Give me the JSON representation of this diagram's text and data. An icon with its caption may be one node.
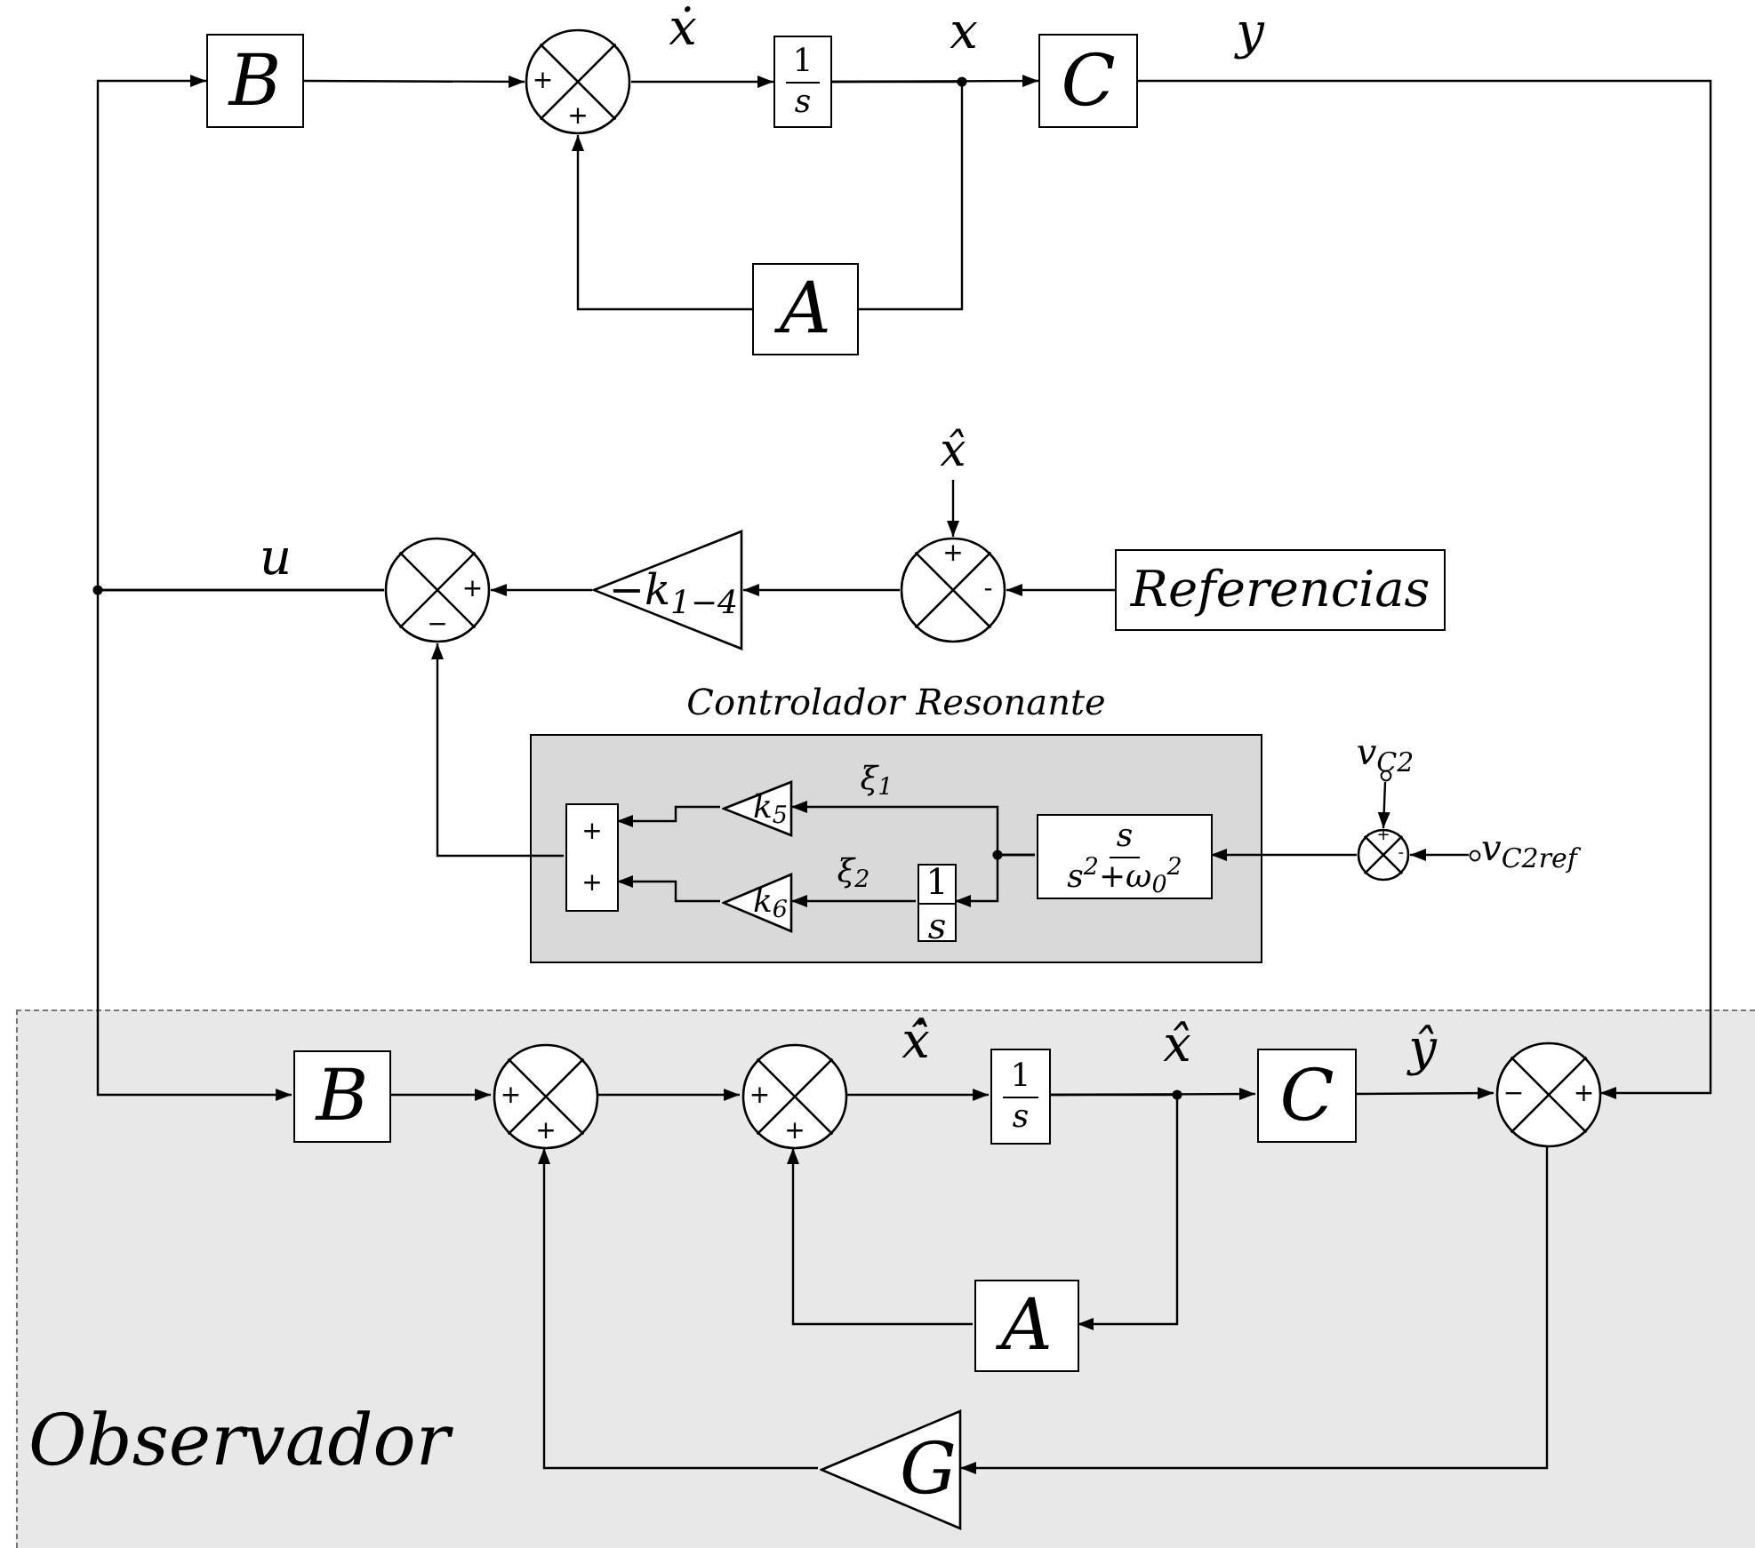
{
  "diagram": {
    "nodes": [
      {
        "text": [
          "B"
        ]
      },
      {
        "text": [
          "+",
          "+"
        ]
      },
      {
        "text": [
          "1",
          "s"
        ]
      },
      {
        "text": [
          "C"
        ]
      },
      {
        "text": [
          "A"
        ]
      },
      {
        "text": [
          "x̂"
        ]
      },
      {
        "text": [
          "+",
          "−"
        ]
      },
      {
        "text": [
          "−k$_{1−4}$"
        ]
      },
      {
        "text": [
          "+",
          "-"
        ]
      },
      {
        "text": [
          "Referencias"
        ]
      },
      {
        "text": [
          "Controlador Resonante"
        ]
      },
      {
        "text": [
          "+",
          "+"
        ],
        "in": 10
      },
      {
        "text": [
          "k$_{5}$"
        ],
        "in": 10
      },
      {
        "text": [
          "k$_{6}$"
        ],
        "in": 10
      },
      {
        "text": [
          "1",
          "s"
        ],
        "in": 10
      },
      {
        "text": [
          "s",
          "s$^{2}$+ω$_{0}$$^{2}$"
        ],
        "in": 10
      },
      {
        "text": [
          "+",
          "-"
        ]
      },
      {
        "text": [
          "v$_{C2}$"
        ]
      },
      {
        "text": [
          "v$_{C2ref}$"
        ]
      },
      {
        "text": [
          "Observador"
        ]
      },
      {
        "text": [
          "B"
        ],
        "in": 19
      },
      {
        "text": [
          "+",
          "+"
        ],
        "in": 19
      },
      {
        "text": [
          "+",
          "+"
        ],
        "in": 19
      },
      {
        "text": [
          "1",
          "s"
        ],
        "in": 19
      },
      {
        "text": [
          "C"
        ],
        "in": 19
      },
      {
        "text": [
          "−",
          "+"
        ],
        "in": 19
      },
      {
        "text": [
          "A"
        ],
        "in": 19
      },
      {
        "text": [
          "G"
        ],
        "in": 19
      }
    ],
    "edges": [
      {
        "from": 0,
        "to": 1,
        "arrow": "to"
      },
      {
        "from": 1,
        "to": 2,
        "arrow": "to",
        "label": "ẋ"
      },
      {
        "from": 2,
        "to": 3,
        "arrow": "to",
        "label": "x"
      },
      {
        "from": 2,
        "to": 4,
        "arrow": "none"
      },
      {
        "from": 4,
        "to": 1,
        "arrow": "to"
      },
      {
        "from": 3,
        "to": 25,
        "arrow": "to",
        "label": "y"
      },
      {
        "from": 6,
        "to": 0,
        "arrow": "to",
        "label": "u"
      },
      {
        "from": 6,
        "to": 20,
        "arrow": "to"
      },
      {
        "from": 7,
        "to": 6,
        "arrow": "to"
      },
      {
        "from": 8,
        "to": 7,
        "arrow": "to"
      },
      {
        "from": 5,
        "to": 8,
        "arrow": "to"
      },
      {
        "from": 9,
        "to": 8,
        "arrow": "to"
      },
      {
        "from": 11,
        "to": 6,
        "arrow": "to"
      },
      {
        "from": 12,
        "to": 11,
        "arrow": "to"
      },
      {
        "from": 13,
        "to": 11,
        "arrow": "to"
      },
      {
        "from": 15,
        "to": 12,
        "arrow": "to",
        "label": "ξ$_{1}$"
      },
      {
        "from": 15,
        "to": 14,
        "arrow": "to"
      },
      {
        "from": 14,
        "to": 13,
        "arrow": "to",
        "label": "ξ$_{2}$"
      },
      {
        "from": 16,
        "to": 15,
        "arrow": "to"
      },
      {
        "from": 17,
        "to": 16,
        "arrow": "to"
      },
      {
        "from": 18,
        "to": 16,
        "arrow": "to"
      },
      {
        "from": 20,
        "to": 21,
        "arrow": "to"
      },
      {
        "from": 21,
        "to": 22,
        "arrow": "to"
      },
      {
        "from": 22,
        "to": 23,
        "arrow": "to",
        "label": "x̂̇"
      },
      {
        "from": 23,
        "to": 24,
        "arrow": "to",
        "label": "x̂"
      },
      {
        "from": 23,
        "to": 26,
        "arrow": "to"
      },
      {
        "from": 26,
        "to": 22,
        "arrow": "to"
      },
      {
        "from": 24,
        "to": 25,
        "arrow": "to",
        "label": "ŷ"
      },
      {
        "from": 25,
        "to": 27,
        "arrow": "to"
      },
      {
        "from": 27,
        "to": 21,
        "arrow": "to"
      }
    ]
  }
}
